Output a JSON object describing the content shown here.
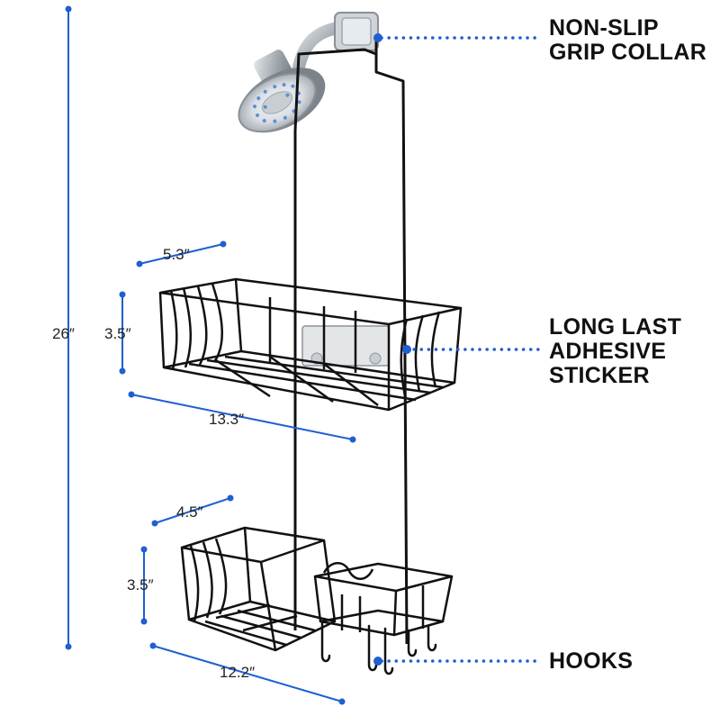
{
  "colors": {
    "accent": "#1f5fd1",
    "rack": "#111111",
    "chrome": "#a9aeb4",
    "background": "#ffffff"
  },
  "callouts": {
    "collar": {
      "line1": "NON-SLIP",
      "line2": "GRIP COLLAR"
    },
    "sticker": {
      "line1": "LONG LAST",
      "line2": "ADHESIVE",
      "line3": "STICKER"
    },
    "hooks": {
      "line1": "HOOKS"
    }
  },
  "dimensions": {
    "total_height": "26″",
    "top_depth": "5.3″",
    "top_height": "3.5″",
    "top_width": "13.3″",
    "bottom_depth": "4.5″",
    "bottom_height": "3.5″",
    "bottom_width": "12.2″"
  }
}
